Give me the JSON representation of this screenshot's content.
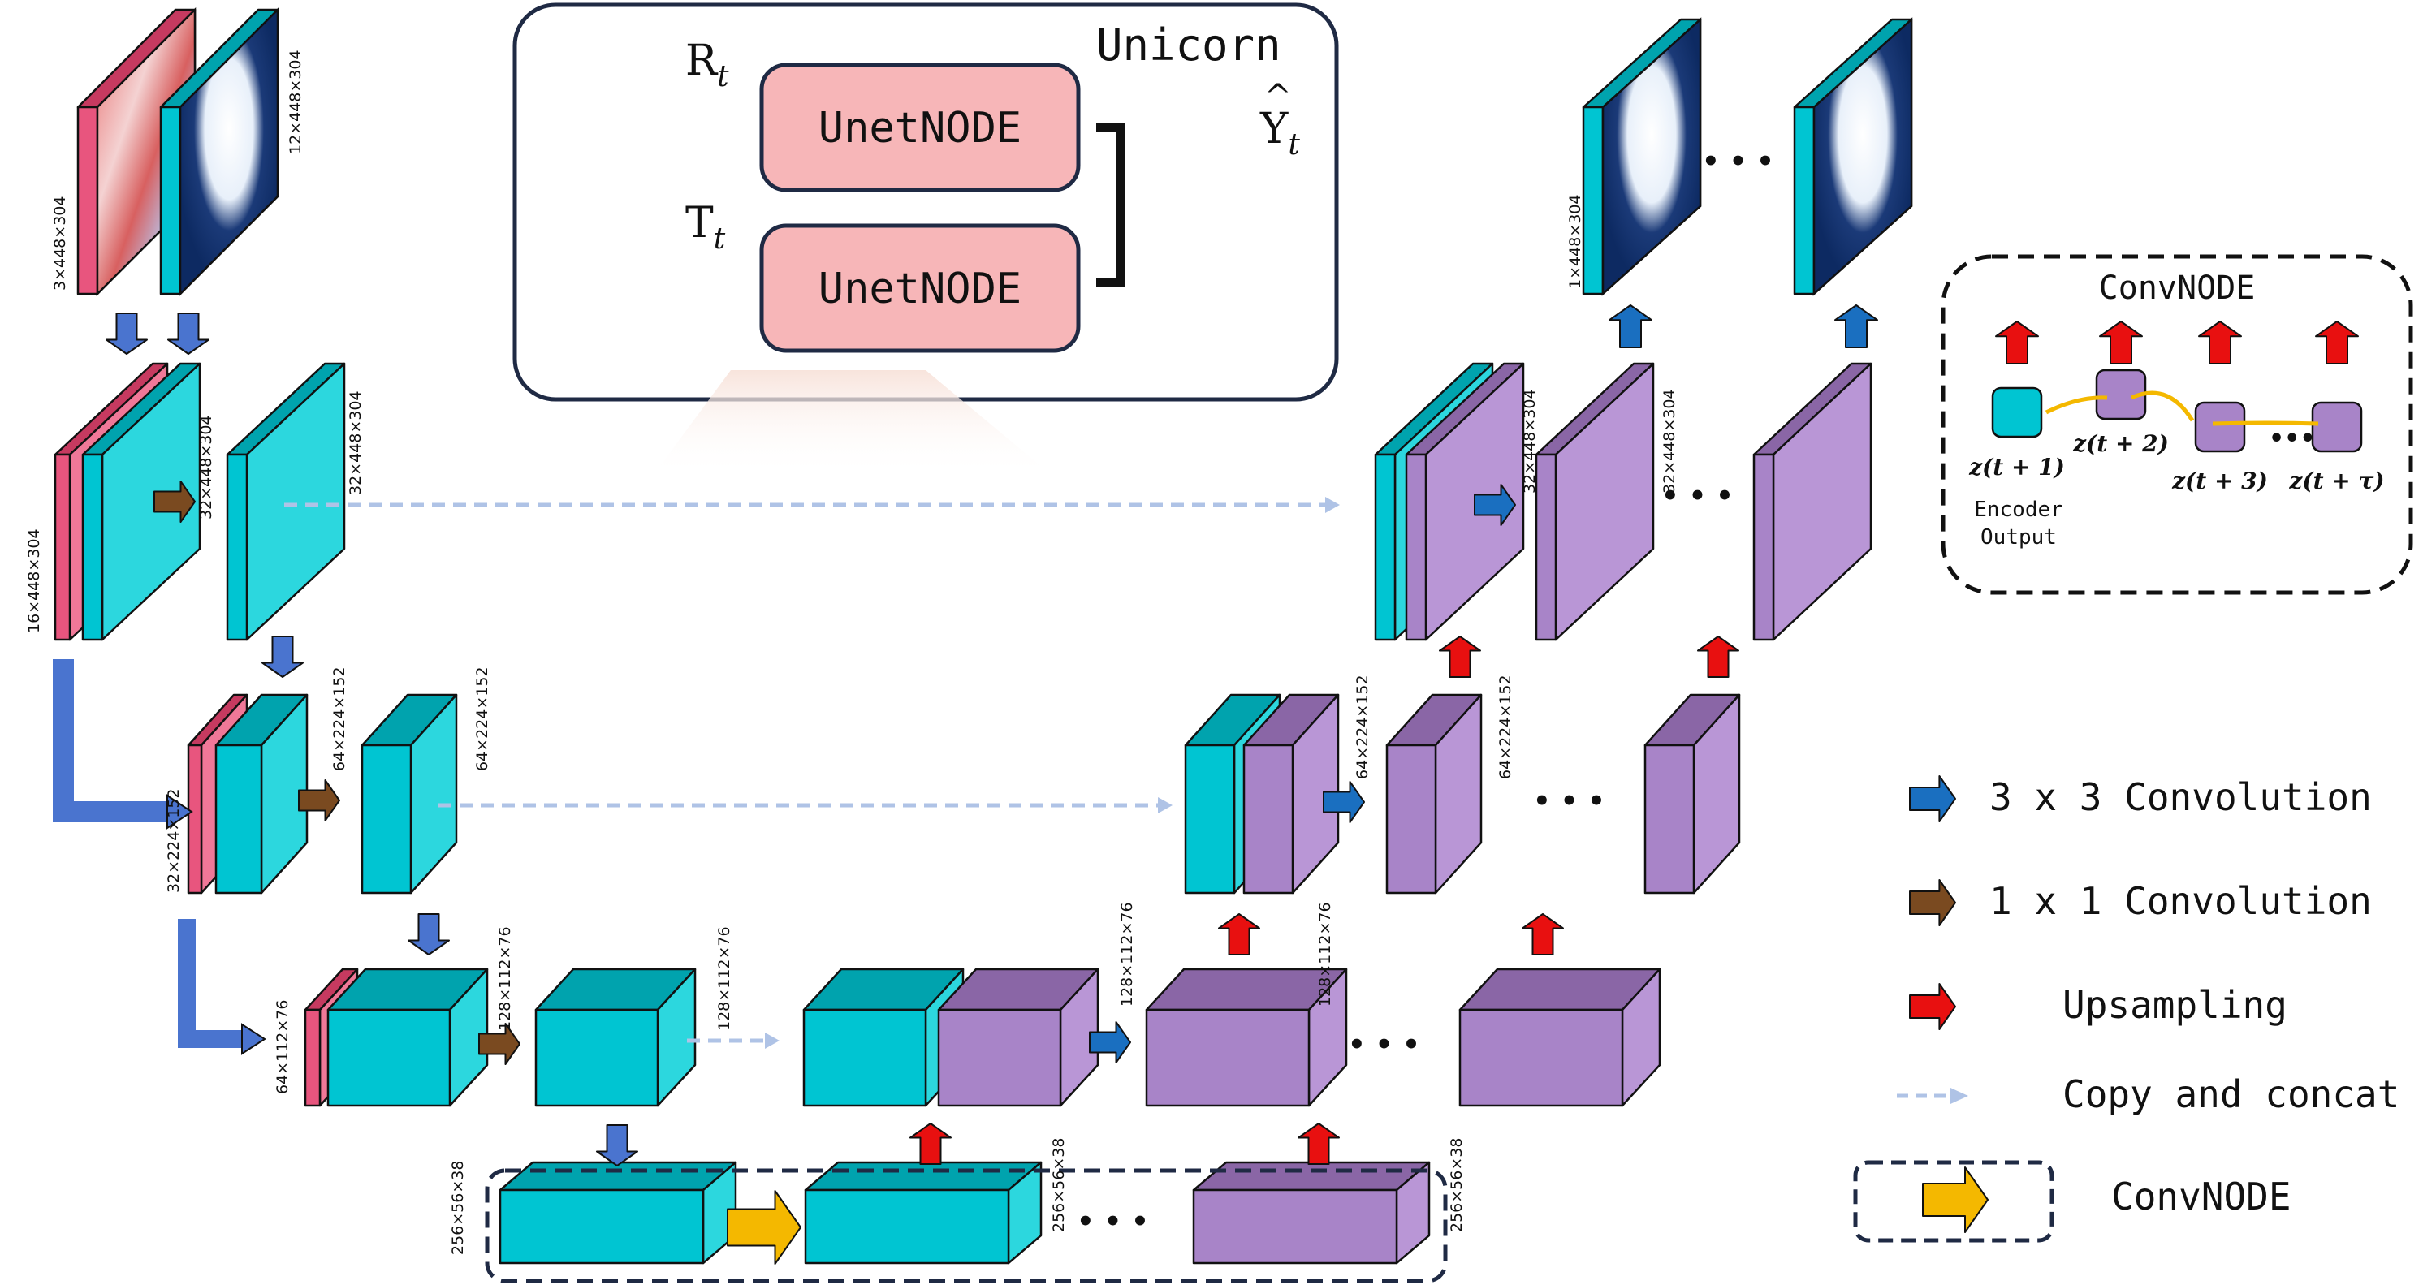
{
  "unicorn": {
    "title": "Unicorn",
    "block1": "UnetNODE",
    "block2": "UnetNODE",
    "in1": "R",
    "in2": "T",
    "sub": "t",
    "out": "Y",
    "out_hat": "^"
  },
  "dims": {
    "in_a": "3×448×304",
    "in_b": "12×448×304",
    "l1_concat": "16×448×304",
    "l1_conv": "32×448×304",
    "l1_out": "32×448×304",
    "l2_concat": "32×224×152",
    "l2_conv": "64×224×152",
    "l2_out": "64×224×152",
    "l3_concat": "64×112×76",
    "l3_conv": "128×112×76",
    "l3_out": "128×112×76",
    "bott_a": "256×56×38",
    "bott_b": "256×56×38",
    "bott_c": "256×56×38",
    "d3_cat": "128×112×76",
    "d3_out": "128×112×76",
    "d2_cat": "64×224×152",
    "d2_out": "64×224×152",
    "d1_cat": "32×448×304",
    "d1_out": "32×448×304",
    "final": "1×448×304"
  },
  "ellipsis": "• • •",
  "convnode_box": {
    "title": "ConvNODE",
    "z1": "z(t + 1)",
    "z2": "z(t + 2)",
    "z3": "z(t + 3)",
    "zt": "z(t + τ)",
    "enc1": "Encoder",
    "enc2": "Output",
    "dots": "•••"
  },
  "legend": {
    "conv3": "3 x 3 Convolution",
    "conv1": "1 x 1 Convolution",
    "up": "Upsampling",
    "copy": "Copy and concat",
    "node": "ConvNODE"
  },
  "colors": {
    "teal_front": "#00C5D2",
    "teal_top": "#00A3AE",
    "teal_side": "#2CD7DE",
    "purple_front": "#A884C8",
    "purple_top": "#8A66A6",
    "purple_side": "#B996D6",
    "pink": "#E8557E",
    "blue_arrow": "#4A74CF",
    "conv_arrow": "#1A6FC0",
    "brown_arrow": "#7A4A20",
    "red_arrow": "#E81010",
    "yellow_arrow": "#F4B800",
    "dash": "#AFC3E6",
    "unet_fill": "#F7B6B8"
  }
}
